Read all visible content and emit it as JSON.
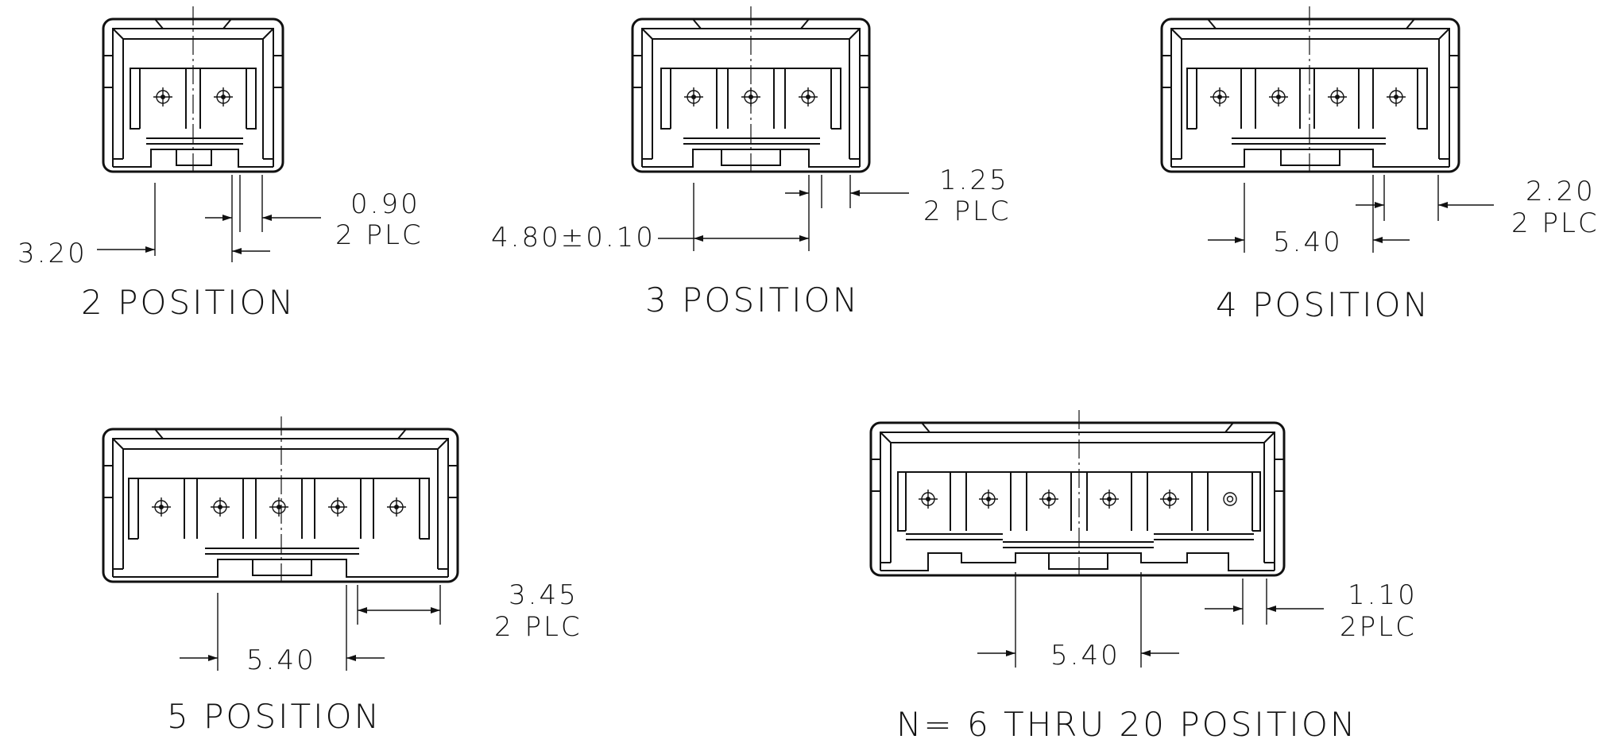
{
  "views": [
    {
      "positions": 2,
      "title": "2 POSITION",
      "pitch_label": "3.20",
      "secondary_label": "0.90",
      "secondary_note": "2 PLC"
    },
    {
      "positions": 3,
      "title": "3 POSITION",
      "pitch_label": "4.80±0.10",
      "secondary_label": "1.25",
      "secondary_note": "2 PLC"
    },
    {
      "positions": 4,
      "title": "4 POSITION",
      "pitch_label": "5.40",
      "secondary_label": "2.20",
      "secondary_note": "2 PLC"
    },
    {
      "positions": 5,
      "title": "5 POSITION",
      "pitch_label": "5.40",
      "secondary_label": "3.45",
      "secondary_note": "2 PLC"
    },
    {
      "positions": 6,
      "title": "N= 6 THRU 20 POSITION",
      "pitch_label": "5.40",
      "secondary_label": "1.10",
      "secondary_note": "2PLC"
    }
  ]
}
